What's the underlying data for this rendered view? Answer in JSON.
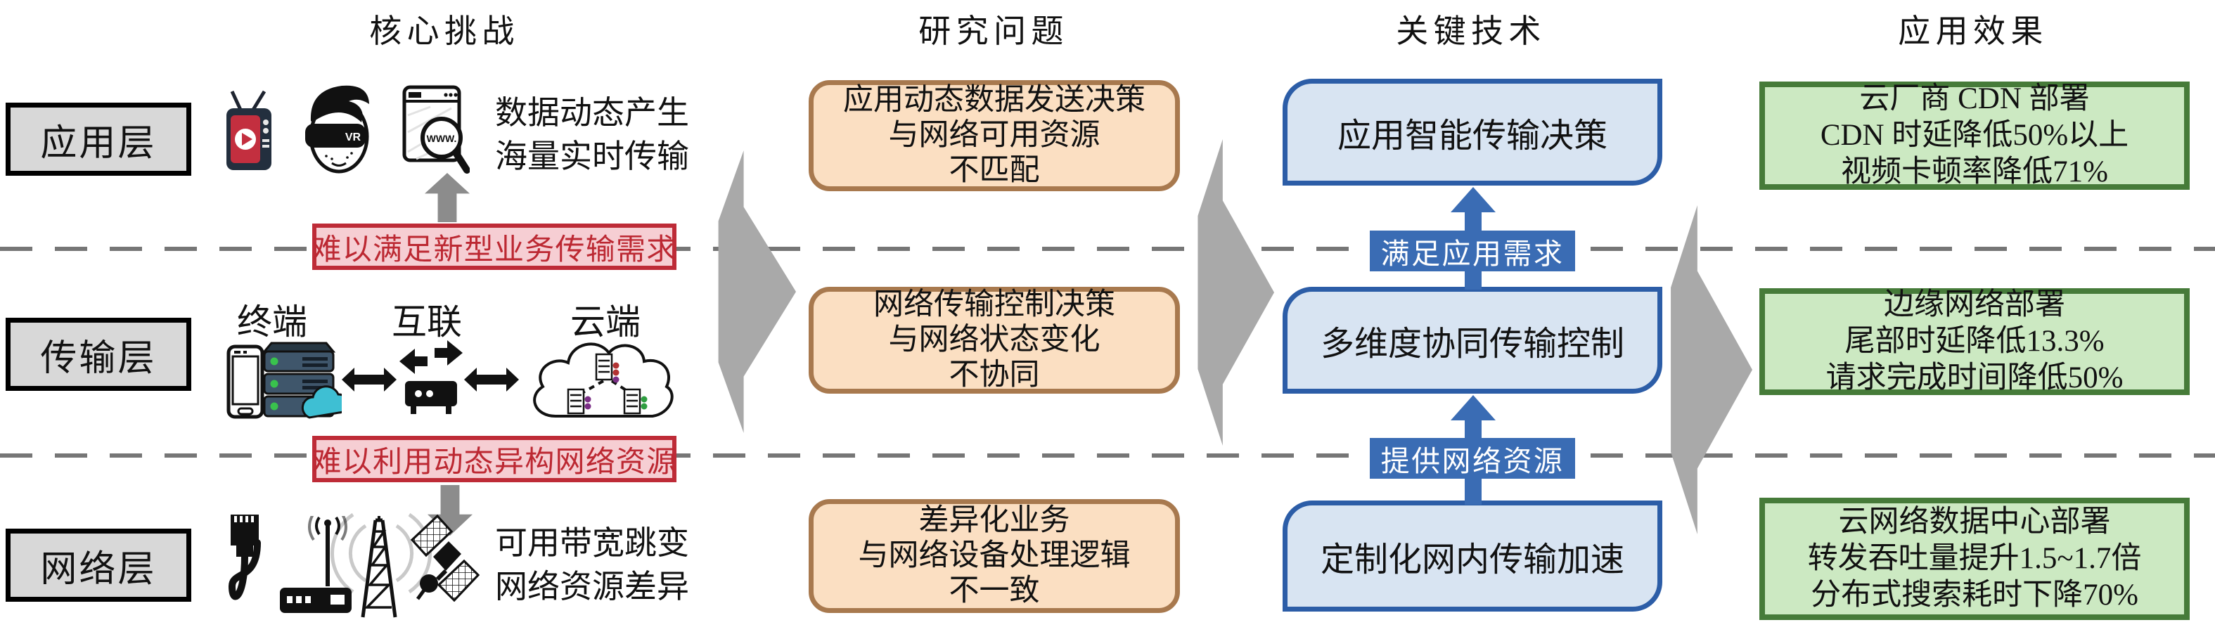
{
  "column_headers": [
    {
      "label": "核心挑战"
    },
    {
      "label": "研究问题"
    },
    {
      "label": "关键技术"
    },
    {
      "label": "应用效果"
    }
  ],
  "layer_labels": [
    {
      "label": "应用层"
    },
    {
      "label": "传输层"
    },
    {
      "label": "网络层"
    }
  ],
  "challenges": {
    "app_icons": [
      "tv-video-icon",
      "vr-headset-icon",
      "web-browser-search-icon"
    ],
    "app_text": {
      "line1": "数据动态产生",
      "line2": "海量实时传输"
    },
    "app_banner": "难以满足新型业务传输需求",
    "transport_nodes": [
      {
        "label": "终端",
        "icon": "phone-and-server-icon"
      },
      {
        "label": "互联",
        "icon": "router-exchange-icon"
      },
      {
        "label": "云端",
        "icon": "cloud-servers-icon"
      }
    ],
    "network_banner": "难以利用动态异构网络资源",
    "network_icons": [
      "ethernet-cable-icon",
      "wifi-router-icon",
      "cell-tower-icon",
      "satellite-icon"
    ],
    "network_text": {
      "line1": "可用带宽跳变",
      "line2": "网络资源差异"
    }
  },
  "research_problems": [
    {
      "line1": "应用动态数据发送决策",
      "line2": "与网络可用资源",
      "line3": "不匹配"
    },
    {
      "line1": "网络传输控制决策",
      "line2": "与网络状态变化",
      "line3": "不协同"
    },
    {
      "line1": "差异化业务",
      "line2": "与网络设备处理逻辑",
      "line3": "不一致"
    }
  ],
  "key_technologies": [
    {
      "label": "应用智能传输决策"
    },
    {
      "label": "多维度协同传输控制"
    },
    {
      "label": "定制化网内传输加速"
    }
  ],
  "technology_links": [
    {
      "label": "满足应用需求"
    },
    {
      "label": "提供网络资源"
    }
  ],
  "application_effects": [
    {
      "line1": "云厂商 CDN 部署",
      "line2": "CDN 时延降低50%以上",
      "line3": "视频卡顿率降低71%"
    },
    {
      "line1": "边缘网络部署",
      "line2": "尾部时延降低13.3%",
      "line3": "请求完成时间降低50%"
    },
    {
      "line1": "云网络数据中心部署",
      "line2": "转发吞吐量提升1.5~1.7倍",
      "line3": "分布式搜索耗时下降70%"
    }
  ],
  "colors": {
    "challenge_banner_fill": "#F6CED3",
    "challenge_banner_border": "#BE2B37",
    "problem_box_fill": "#FBDFC2",
    "problem_box_border": "#A8794E",
    "technology_box_fill": "#D8E4F2",
    "technology_box_border": "#2C5DA7",
    "technology_link": "#3A6CB4",
    "effect_box_fill": "#CCE9C2",
    "effect_box_border": "#467B39",
    "layer_label_fill": "#D8D8D8",
    "big_arrow_gray": "#A9A9A9",
    "small_arrow_gray": "#8C8C8C",
    "dashed_line_gray": "#767676"
  }
}
